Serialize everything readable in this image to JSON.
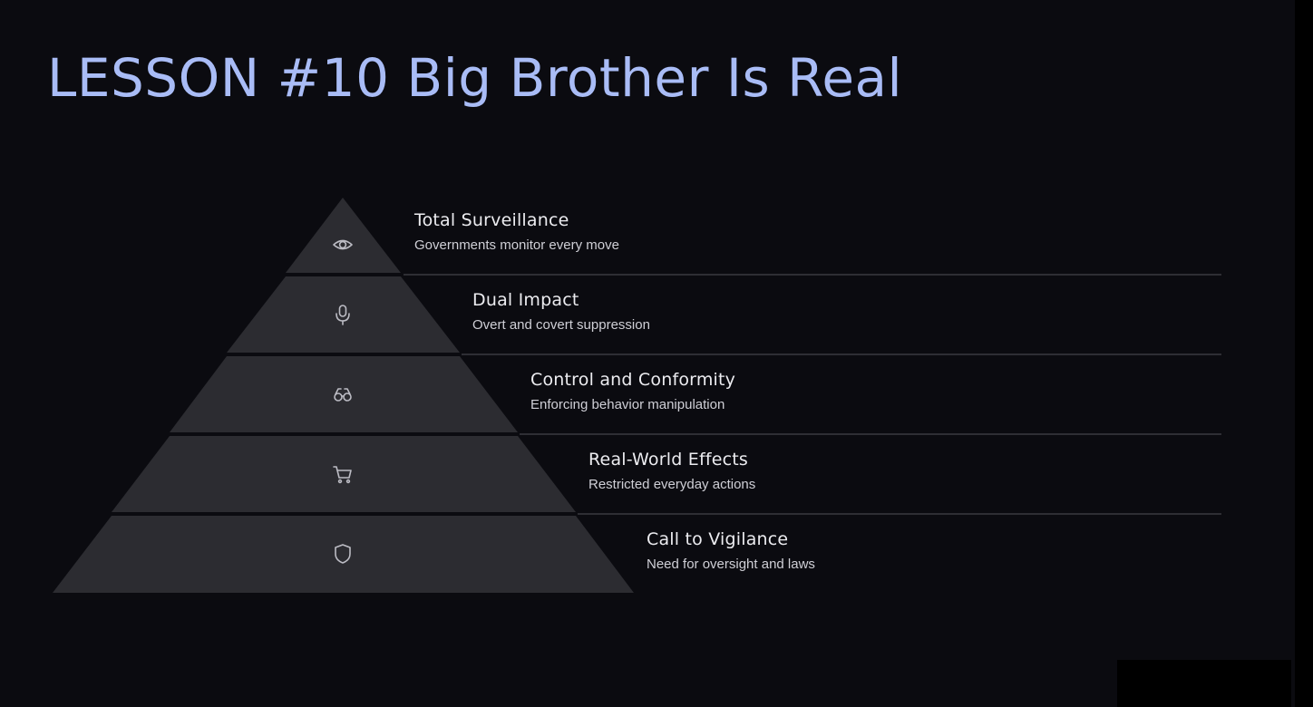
{
  "slide": {
    "title": "LESSON #10  Big Brother Is Real"
  },
  "tiers": [
    {
      "icon": "eye-icon",
      "title": "Total Surveillance",
      "desc": "Governments monitor every move"
    },
    {
      "icon": "microphone-icon",
      "title": "Dual Impact",
      "desc": "Overt and covert suppression"
    },
    {
      "icon": "binoculars-icon",
      "title": "Control and Conformity",
      "desc": "Enforcing behavior manipulation"
    },
    {
      "icon": "shopping-cart-icon",
      "title": "Real-World Effects",
      "desc": "Restricted everyday actions"
    },
    {
      "icon": "shield-icon",
      "title": "Call to Vigilance",
      "desc": "Need for oversight and laws"
    }
  ],
  "colors": {
    "background": "#0b0b10",
    "title": "#a9bcf6",
    "tier_fill": "#2c2c31",
    "divider": "#3a3a40"
  }
}
